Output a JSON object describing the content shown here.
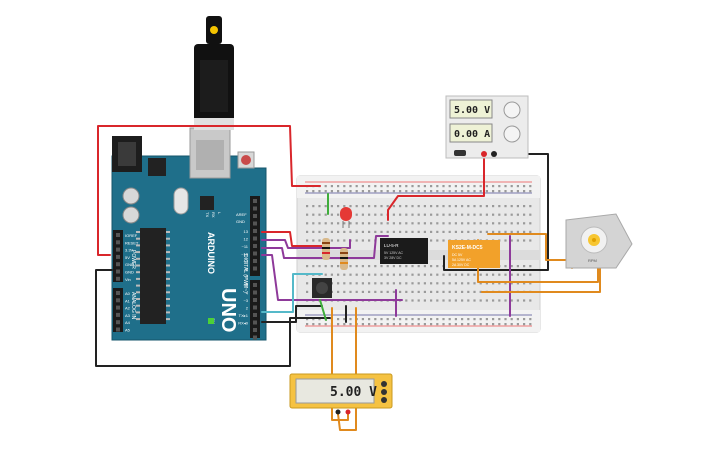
{
  "power_supply": {
    "voltage_display": "5.00 V",
    "current_display": "0.00 A"
  },
  "multimeter": {
    "reading": "5.00 V"
  },
  "arduino": {
    "model": "UNO",
    "brand": "ARDUINO",
    "power_header_label": "POWER",
    "analog_header_label": "ANALOG IN",
    "digital_header_label": "DIGITAL (PWM~)",
    "on_label": "ON",
    "tx_label": "TX",
    "rx_label": "RX",
    "l_label": "L",
    "aref_label": "AREF",
    "gnd_label": "GND",
    "power_pins": [
      "IOREF",
      "RESET",
      "3.3V",
      "5V",
      "GND",
      "GND",
      "Vin"
    ],
    "analog_pins": [
      "A0",
      "A1",
      "A2",
      "A3",
      "A4",
      "A5"
    ],
    "digital_pins": [
      "13",
      "12",
      "~11",
      "~10",
      "~9",
      "8",
      "7",
      "~6",
      "~5",
      "4",
      "~3",
      "2",
      "TX▸1",
      "RX◂0"
    ]
  },
  "relay_1": {
    "label_line1": "LU-5-R",
    "label_line2": "5V 125V AC",
    "label_line3": "3V 28V DC"
  },
  "relay_2": {
    "label_line1": "KS2E-M-DC5",
    "label_line2": "DC 5V",
    "label_line3": "5A 125V AC",
    "label_line4": "2A 30V DC"
  },
  "motor": {
    "label": "RPM"
  },
  "colors": {
    "wire_red": "#d9262b",
    "wire_black": "#222222",
    "wire_green": "#3fae3b",
    "wire_purple": "#8e3a9a",
    "wire_orange": "#e08a1e",
    "wire_cyan": "#55b9c9",
    "arduino_board": "#1f6f8a",
    "relay_orange": "#f2a12a",
    "lcd_bg": "#eef2d6"
  }
}
